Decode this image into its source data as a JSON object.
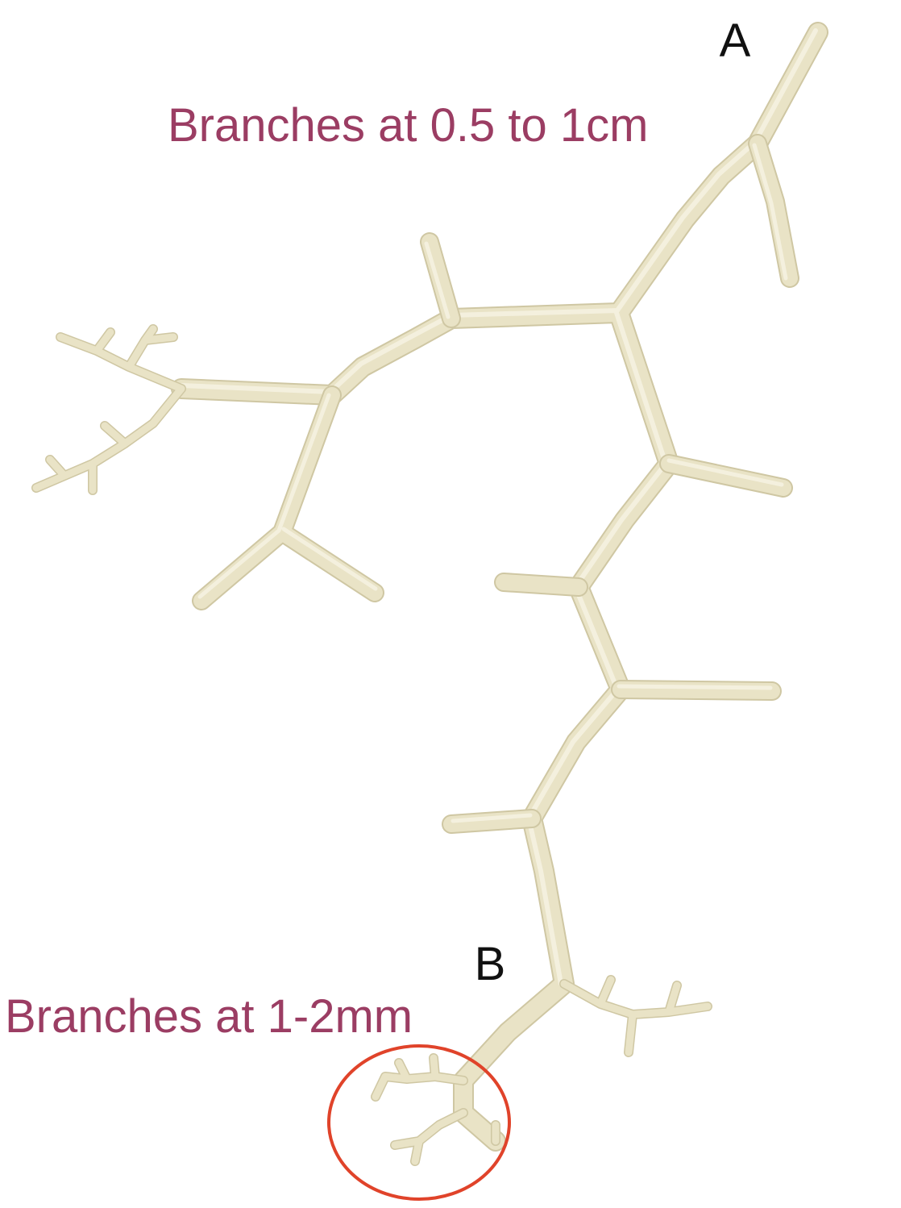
{
  "labels": {
    "point_a": "A",
    "point_b": "B",
    "branches_a": "Branches at 0.5 to 1cm",
    "branches_b": "Branches at 1-2mm"
  },
  "colors": {
    "background": "#ffffff",
    "label_text": "#9b3d63",
    "letter_text": "#111111",
    "tube_fill": "#e9e3c6",
    "tube_outline": "#cfc7a3",
    "tube_highlight": "#f7f4e6",
    "circle": "#e0432a"
  }
}
